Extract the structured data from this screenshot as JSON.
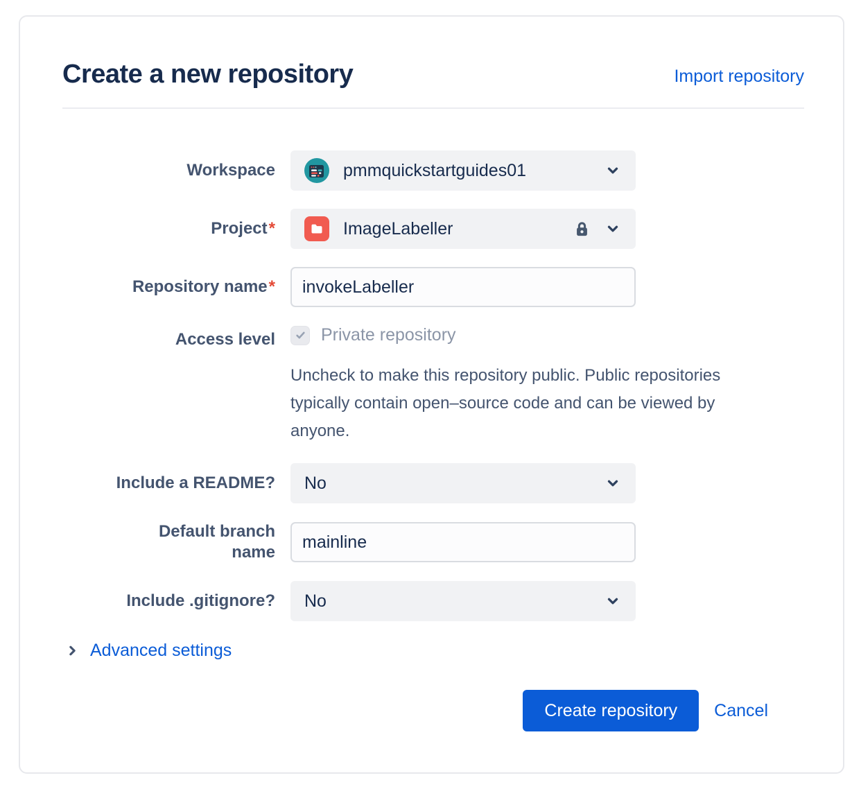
{
  "header": {
    "title": "Create a new repository",
    "import_link": "Import repository"
  },
  "form": {
    "workspace": {
      "label": "Workspace",
      "value": "pmmquickstartguides01"
    },
    "project": {
      "label": "Project",
      "required_marker": "*",
      "value": "ImageLabeller",
      "locked": true
    },
    "repository_name": {
      "label": "Repository name",
      "required_marker": "*",
      "value": "invokeLabeller"
    },
    "access_level": {
      "label": "Access level",
      "checkbox_label": "Private repository",
      "checked": true,
      "help": "Uncheck to make this repository public. Public repositories typically contain open–source code and can be viewed by anyone."
    },
    "include_readme": {
      "label": "Include a README?",
      "value": "No"
    },
    "default_branch": {
      "label": "Default branch name",
      "value": "mainline"
    },
    "include_gitignore": {
      "label": "Include .gitignore?",
      "value": "No"
    }
  },
  "advanced_settings": {
    "label": "Advanced settings"
  },
  "footer": {
    "create_label": "Create repository",
    "cancel_label": "Cancel"
  },
  "icons": {
    "workspace_avatar": "workspace-avatar-icon",
    "project_folder": "folder-icon",
    "project_lock": "lock-icon",
    "dropdown_chevron": "chevron-down-icon",
    "advanced_chevron": "chevron-right-icon",
    "checkbox_check": "check-icon"
  },
  "colors": {
    "accent_blue": "#0B5CD7",
    "title_navy": "#172B4D",
    "label_slate": "#44546F",
    "required_red": "#E34935",
    "project_icon_red": "#F15B50",
    "avatar_teal": "#2197A1",
    "field_bg": "#F1F2F4",
    "muted_text": "#8B95A7"
  }
}
